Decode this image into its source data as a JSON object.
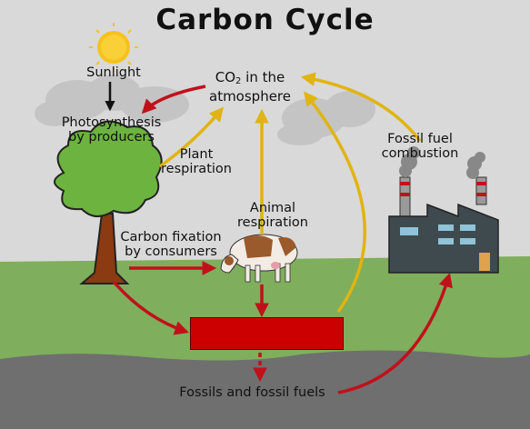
{
  "title": "Carbon Cycle",
  "labels": {
    "sunlight": "Sunlight",
    "co2_main": "CO",
    "co2_sub": "2",
    "co2_rest": " in the",
    "co2_line2": "atmosphere",
    "photosynthesis_1": "Photosynthesis",
    "photosynthesis_2": "by producers",
    "plant_resp_1": "Plant",
    "plant_resp_2": "respiration",
    "animal_resp_1": "Animal",
    "animal_resp_2": "respiration",
    "carbon_fix_1": "Carbon fixation",
    "carbon_fix_2": "by consumers",
    "fossil_comb_1": "Fossil fuel",
    "fossil_comb_2": "combustion",
    "fossils": "Fossils and fossil fuels"
  },
  "colors": {
    "red_arrow": "#c0111b",
    "yellow_arrow": "#e0b412",
    "grass": "#7fae5c",
    "ground": "#6f6f6f",
    "sky": "#d9d9d9",
    "box": "#cc0000"
  },
  "icons": [
    "sun-icon",
    "tree-icon",
    "cow-icon",
    "factory-icon",
    "cloud-icon"
  ]
}
